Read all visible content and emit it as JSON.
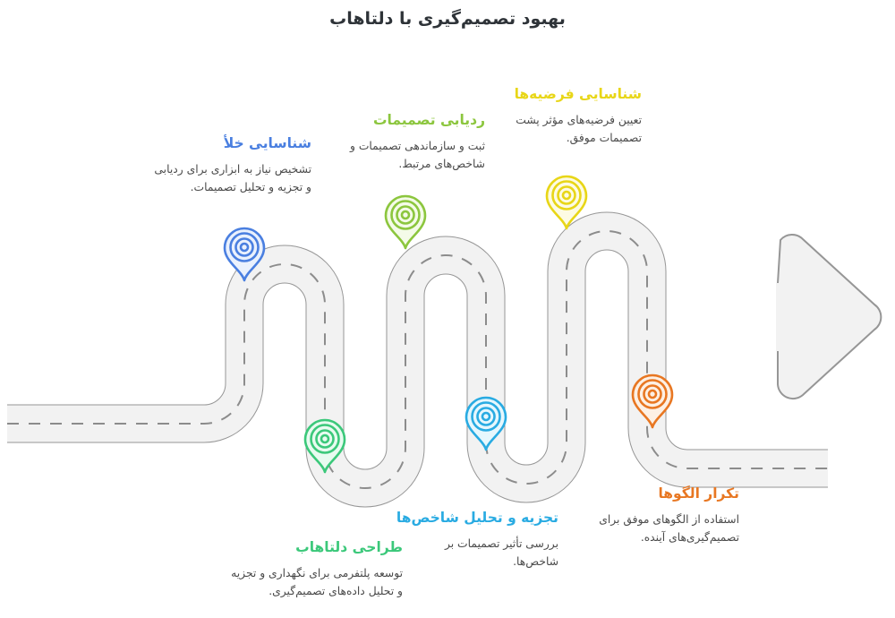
{
  "page": {
    "title": "بهبود تصمیم‌گیری با دلتاهاب",
    "language": "fa",
    "direction": "rtl",
    "background_color": "#ffffff"
  },
  "road": {
    "fill_color": "#f2f2f2",
    "stroke_color": "#969696",
    "dash_color": "#8c8c8c",
    "arrow_label": "arrow-right",
    "direction_hint": "left-to-right"
  },
  "steps": [
    {
      "index": 1,
      "heading": "شناسایی خلأ",
      "body": "تشخیص نیاز به ابزاری برای ردیابی و تجزیه و تحلیل تصمیمات.",
      "color": "#4a7fe0",
      "marker": "map-pin-target",
      "position": "above-road"
    },
    {
      "index": 2,
      "heading": "طراحی دلتاهاب",
      "body": "توسعه پلتفرمی برای نگهداری و تجزیه و تحلیل داده‌های تصمیم‌گیری.",
      "color": "#3bc87a",
      "marker": "map-pin-target",
      "position": "below-road"
    },
    {
      "index": 3,
      "heading": "ردیابی تصمیمات",
      "body": "ثبت و سازماندهی تصمیمات و شاخص‌های مرتبط.",
      "color": "#8cc63e",
      "marker": "map-pin-target",
      "position": "above-road"
    },
    {
      "index": 4,
      "heading": "تجزیه و تحلیل شاخص‌ها",
      "body": "بررسی تأثیر تصمیمات بر شاخص‌ها.",
      "color": "#29abe2",
      "marker": "map-pin-target",
      "position": "below-road"
    },
    {
      "index": 5,
      "heading": "شناسایی فرضیه‌ها",
      "body": "تعیین فرضیه‌های مؤثر پشت تصمیمات موفق.",
      "color": "#e8d617",
      "marker": "map-pin-target",
      "position": "above-road"
    },
    {
      "index": 6,
      "heading": "تکرار الگوها",
      "body": "استفاده از الگوهای موفق برای تصمیم‌گیری‌های آینده.",
      "color": "#e87722",
      "marker": "map-pin-target",
      "position": "below-road"
    }
  ]
}
